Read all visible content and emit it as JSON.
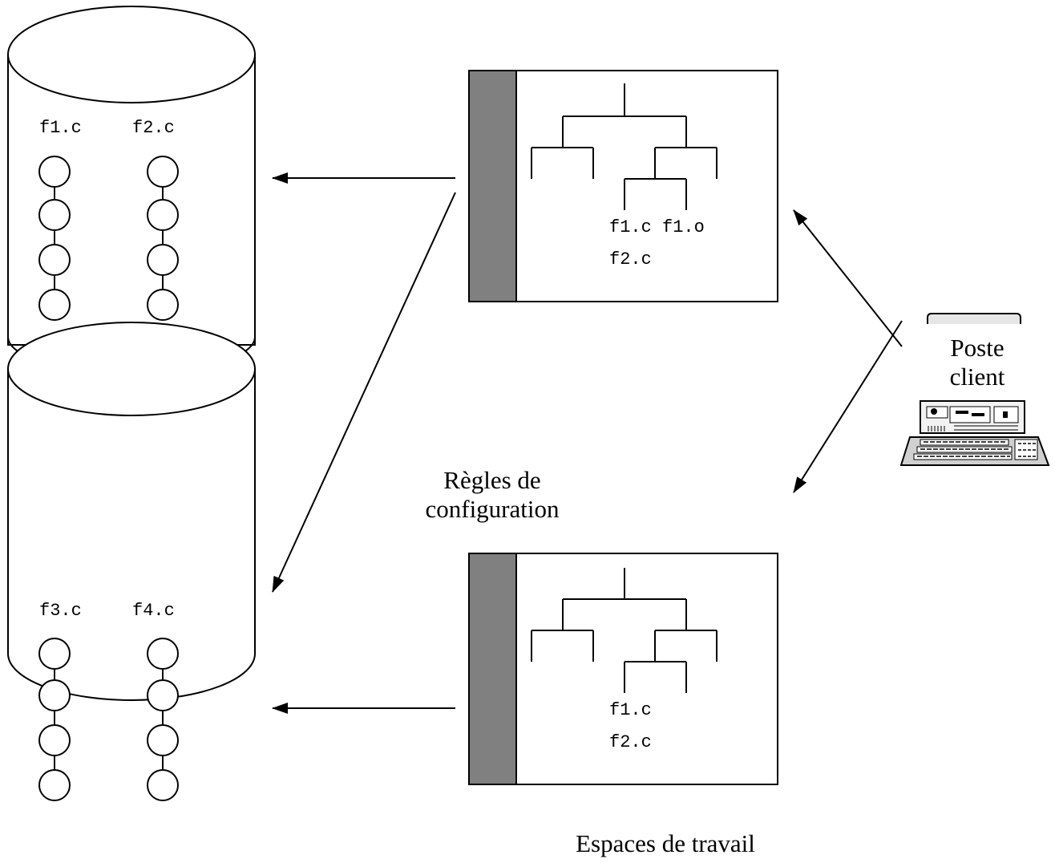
{
  "repository": {
    "top_cylinder": {
      "files": [
        "f1.c",
        "f2.c"
      ]
    },
    "bottom_cylinder": {
      "files": [
        "f3.c",
        "f4.c"
      ]
    }
  },
  "workspaces": [
    {
      "files_row1": "f1.c f1.o",
      "files_row2": "f2.c"
    },
    {
      "files_row1": "f1.c",
      "files_row2": "f2.c"
    }
  ],
  "labels": {
    "rules_line1": "Règles de",
    "rules_line2": "configuration",
    "workspaces_caption": "Espaces de travail",
    "client_line1": "Poste",
    "client_line2": "client"
  },
  "colors": {
    "workspace_bar": "#808080",
    "stroke": "#000000",
    "fill": "#ffffff"
  },
  "icons": [
    "computer-icon"
  ]
}
